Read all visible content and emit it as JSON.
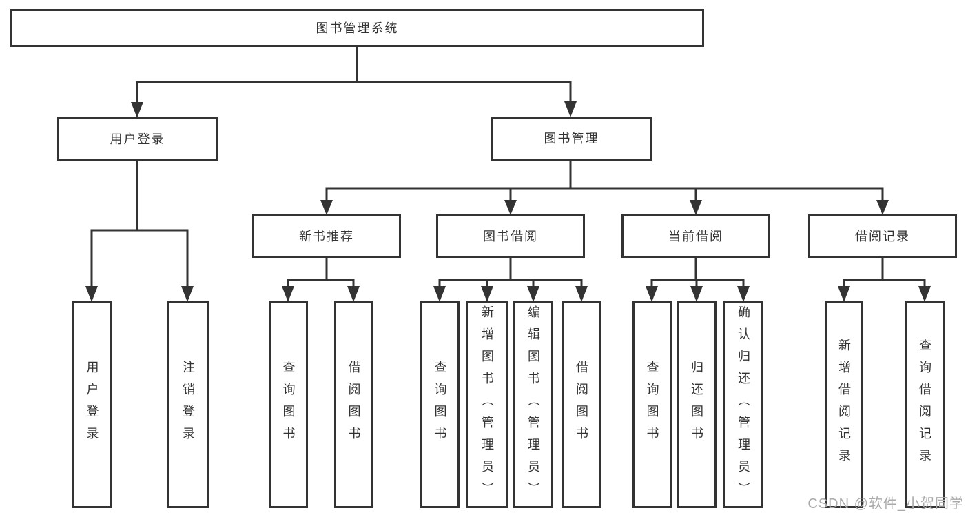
{
  "tree": {
    "root": "图书管理系统",
    "branches": [
      {
        "label": "用户登录",
        "leaves": [
          "用户登录",
          "注销登录"
        ]
      },
      {
        "label": "图书管理",
        "groups": [
          {
            "label": "新书推荐",
            "leaves": [
              "查询图书",
              "借阅图书"
            ]
          },
          {
            "label": "图书借阅",
            "leaves": [
              "查询图书",
              "新增图书（管理员）",
              "编辑图书（管理员）",
              "借阅图书"
            ]
          },
          {
            "label": "当前借阅",
            "leaves": [
              "查询图书",
              "归还图书",
              "确认归还（管理员）"
            ]
          },
          {
            "label": "借阅记录",
            "leaves": [
              "新增借阅记录",
              "查询借阅记录"
            ]
          }
        ]
      }
    ]
  },
  "watermark": "CSDN @软件_小贺同学",
  "colors": {
    "line": "#333333",
    "box_border": "#333333",
    "box_bg": "#ffffff",
    "text": "#333333",
    "watermark": "#aaaaaa"
  }
}
